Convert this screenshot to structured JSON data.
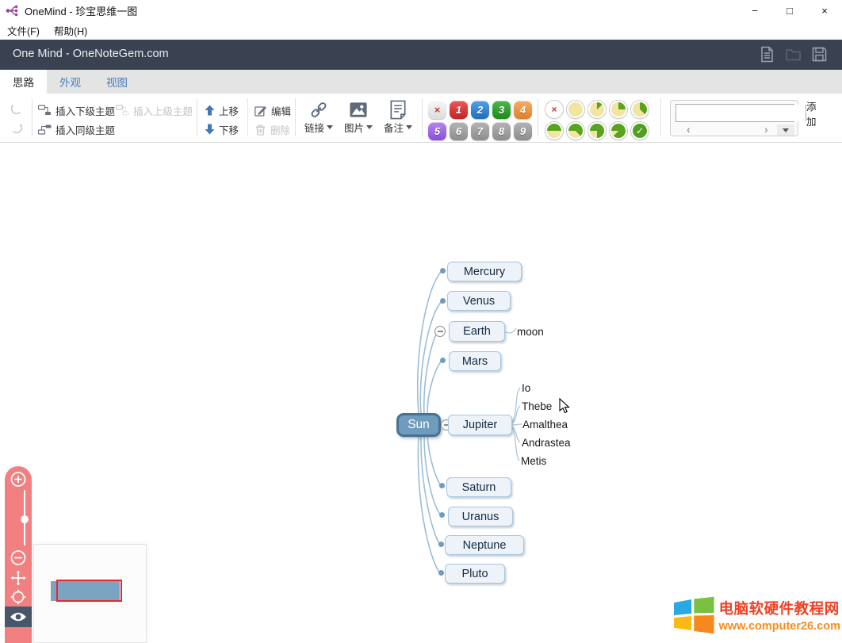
{
  "titlebar": {
    "app_title": "OneMind - 珍宝思维一图",
    "minimize": "−",
    "maximize": "□",
    "close": "×"
  },
  "menubar": {
    "items": [
      {
        "label": "文件(F)"
      },
      {
        "label": "帮助(H)"
      }
    ]
  },
  "header": {
    "title": "One Mind - OneNoteGem.com",
    "icons": [
      "new-document-icon",
      "open-folder-icon",
      "save-icon"
    ],
    "bg_color": "#3a4150"
  },
  "tabs": [
    {
      "label": "思路",
      "active": true
    },
    {
      "label": "外观",
      "active": false
    },
    {
      "label": "视图",
      "active": false
    }
  ],
  "toolbar": {
    "insert_child": "插入下级主题",
    "insert_parent": "插入上级主题",
    "insert_sibling": "插入同级主题",
    "move_up": "上移",
    "move_down": "下移",
    "edit": "编辑",
    "delete": "删除",
    "link": "链接",
    "image": "图片",
    "note": "备注",
    "number_badges": [
      {
        "label": "×",
        "bg": "#ededed",
        "fg": "#c43b3b"
      },
      {
        "label": "1",
        "bg": "#d93a3a"
      },
      {
        "label": "2",
        "bg": "#3884d9"
      },
      {
        "label": "3",
        "bg": "#2da02d"
      },
      {
        "label": "4",
        "bg": "#efa050"
      },
      {
        "label": "5",
        "bg": "#a371e6"
      },
      {
        "label": "6",
        "bg": "#a2a2a2"
      },
      {
        "label": "7",
        "bg": "#a2a2a2"
      },
      {
        "label": "8",
        "bg": "#a2a2a2"
      },
      {
        "label": "9",
        "bg": "#a2a2a2"
      }
    ],
    "progress_badges": [
      {
        "glyph": "×",
        "percent": null
      },
      {
        "glyph": "",
        "percent": 0
      },
      {
        "glyph": "",
        "percent": 12.5
      },
      {
        "glyph": "",
        "percent": 25
      },
      {
        "glyph": "",
        "percent": 37.5
      },
      {
        "glyph": "",
        "percent": 50
      },
      {
        "glyph": "",
        "percent": 62.5
      },
      {
        "glyph": "",
        "percent": 75
      },
      {
        "glyph": "",
        "percent": 87.5
      },
      {
        "glyph": "✓",
        "percent": 100
      }
    ],
    "progress_colors": {
      "done": "#5aa31f",
      "remaining": "#f2e5a2"
    },
    "add_panel": {
      "input_value": "",
      "add_label": "添加",
      "prev": "‹",
      "next": "›"
    }
  },
  "mindmap": {
    "root_label": "Sun",
    "root_fill": "#6f9cbd",
    "root_border": "#4a7190",
    "node_fill": "#edf3f9",
    "node_border": "#a9c6de",
    "connector_color": "#9cbdd6",
    "nodes": [
      {
        "label": "Mercury",
        "children": []
      },
      {
        "label": "Venus",
        "children": []
      },
      {
        "label": "Earth",
        "children": [
          "moon"
        ]
      },
      {
        "label": "Mars",
        "children": []
      },
      {
        "label": "Jupiter",
        "children": [
          "Io",
          "Thebe",
          "Amalthea",
          "Andrastea",
          "Metis"
        ]
      },
      {
        "label": "Saturn",
        "children": []
      },
      {
        "label": "Uranus",
        "children": []
      },
      {
        "label": "Neptune",
        "children": []
      },
      {
        "label": "Pluto",
        "children": []
      }
    ]
  },
  "zoom_panel": {
    "bg_color": "#f28080",
    "icons": [
      "zoom-in-icon",
      "zoom-slider",
      "zoom-out-icon",
      "pan-icon",
      "center-icon",
      "overview-eye-icon"
    ]
  },
  "watermark": {
    "site_name": "电脑软硬件教程网",
    "site_url": "www.computer26.com",
    "title_color": "#ef4123",
    "url_color": "#f68b1f",
    "logo_colors": [
      "#2aa9e0",
      "#7ac143",
      "#fdb913",
      "#f6881f"
    ]
  }
}
